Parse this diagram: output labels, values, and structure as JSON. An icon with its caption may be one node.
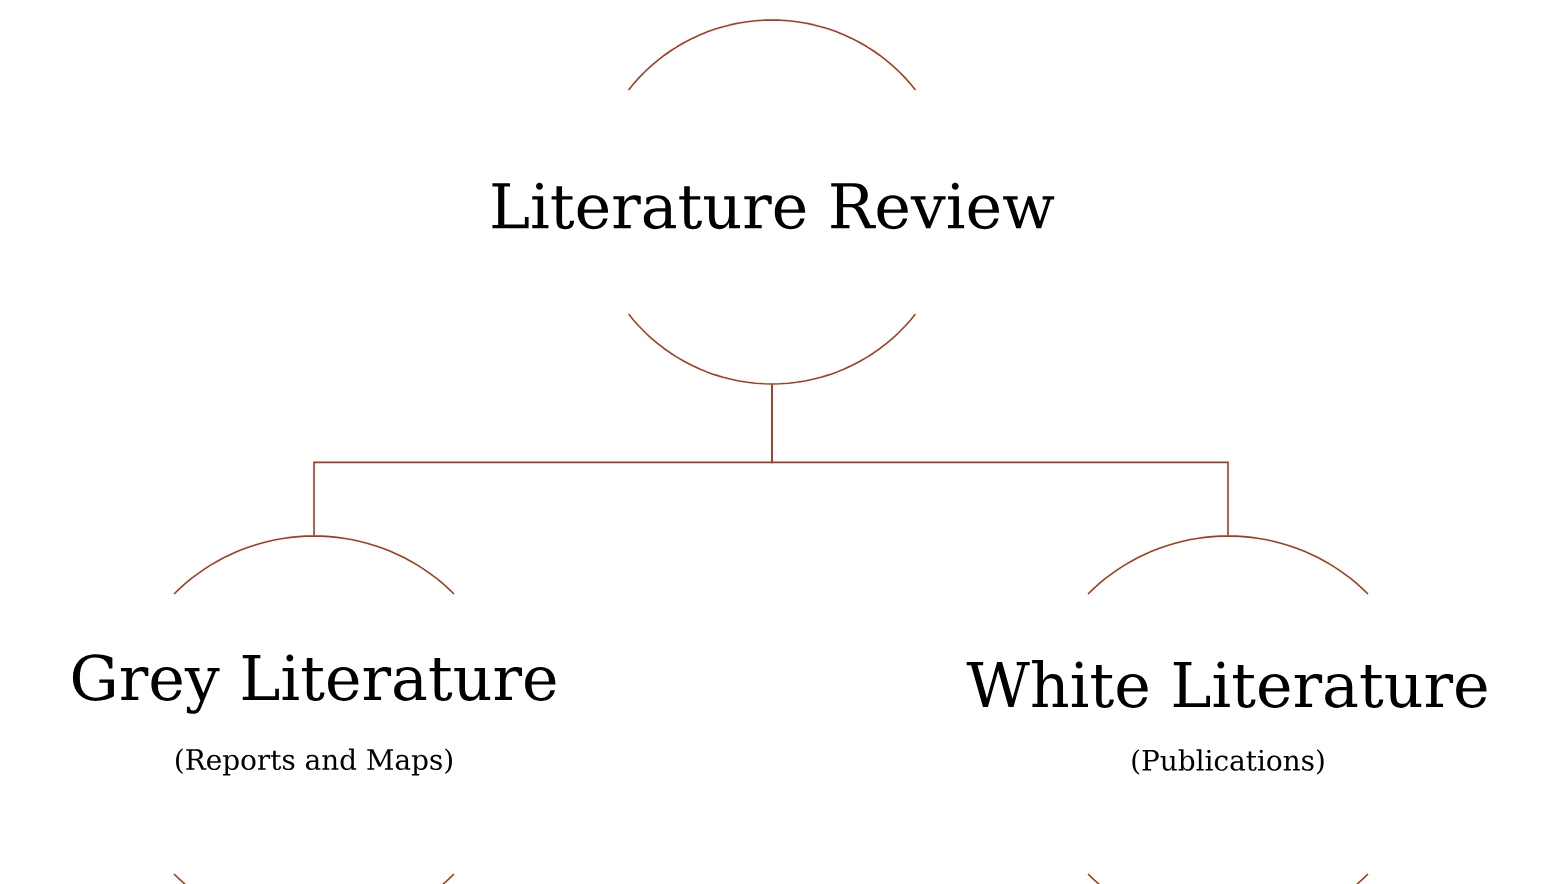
{
  "diagram": {
    "nodes": [
      {
        "text": [
          "Literature Review"
        ]
      },
      {
        "text": [
          "Grey Literature",
          "(Reports and Maps)"
        ]
      },
      {
        "text": [
          "White Literature",
          "(Publications)"
        ]
      }
    ],
    "edges": [
      {
        "from": 0,
        "to": 1,
        "arrow": "none"
      },
      {
        "from": 0,
        "to": 2,
        "arrow": "none"
      }
    ]
  }
}
